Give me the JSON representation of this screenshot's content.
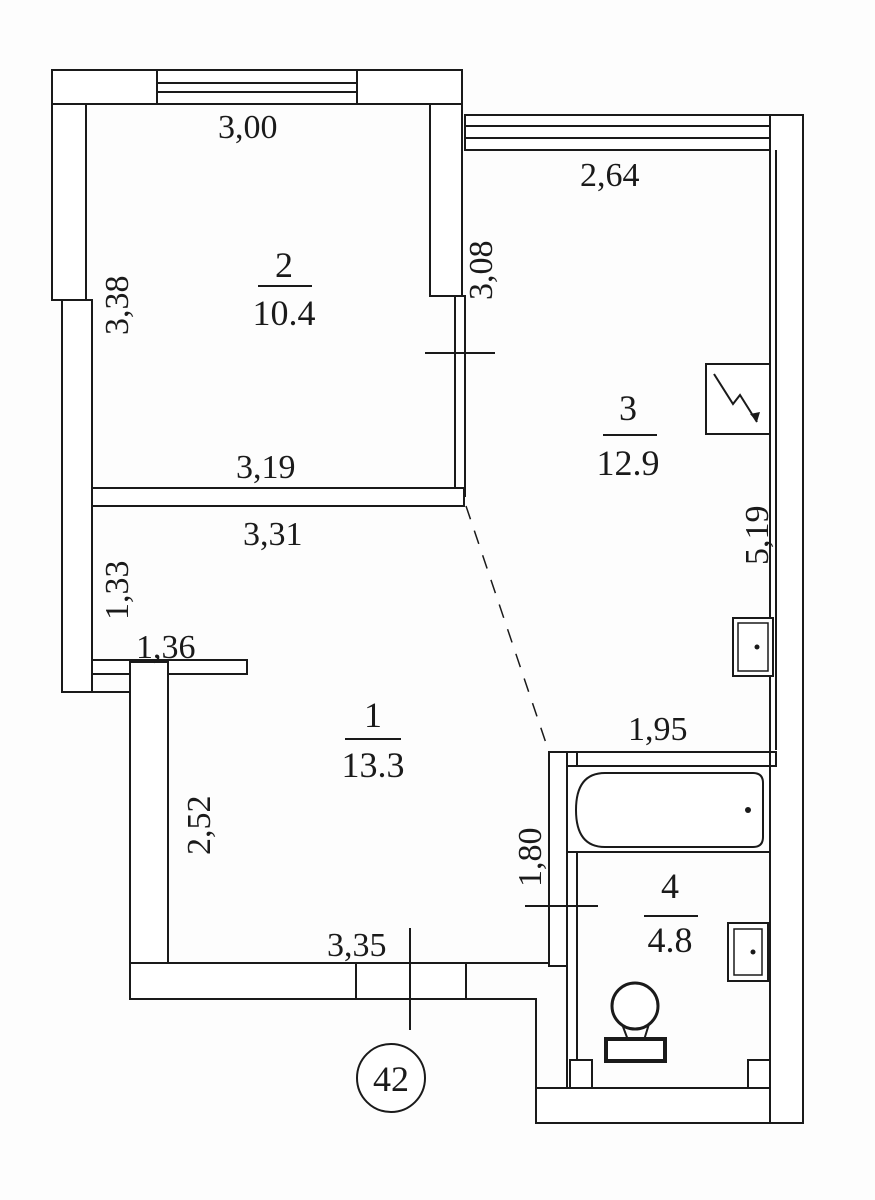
{
  "plan": {
    "apartment_number": "42",
    "rooms": [
      {
        "number": "1",
        "area": "13.3"
      },
      {
        "number": "2",
        "area": "10.4"
      },
      {
        "number": "3",
        "area": "12.9"
      },
      {
        "number": "4",
        "area": "4.8"
      }
    ],
    "dimensions": {
      "room2_top": "3,00",
      "room2_left": "3,38",
      "room2_right": "3,08",
      "room2_bottom": "3,19",
      "room3_top": "2,64",
      "room3_right": "5,19",
      "room1_top": "3,31",
      "room1_niche_height": "1,33",
      "room1_niche_width": "1,36",
      "room1_left": "2,52",
      "room1_bottom": "3,35",
      "room4_left": "1,80",
      "room4_top": "1,95"
    },
    "symbols": {
      "electrical_panel": "lightning-bolt-icon",
      "sink_kitchen": "sink-icon",
      "bathtub": "bathtub-icon",
      "sink_bath": "sink-icon",
      "toilet": "toilet-icon"
    }
  }
}
